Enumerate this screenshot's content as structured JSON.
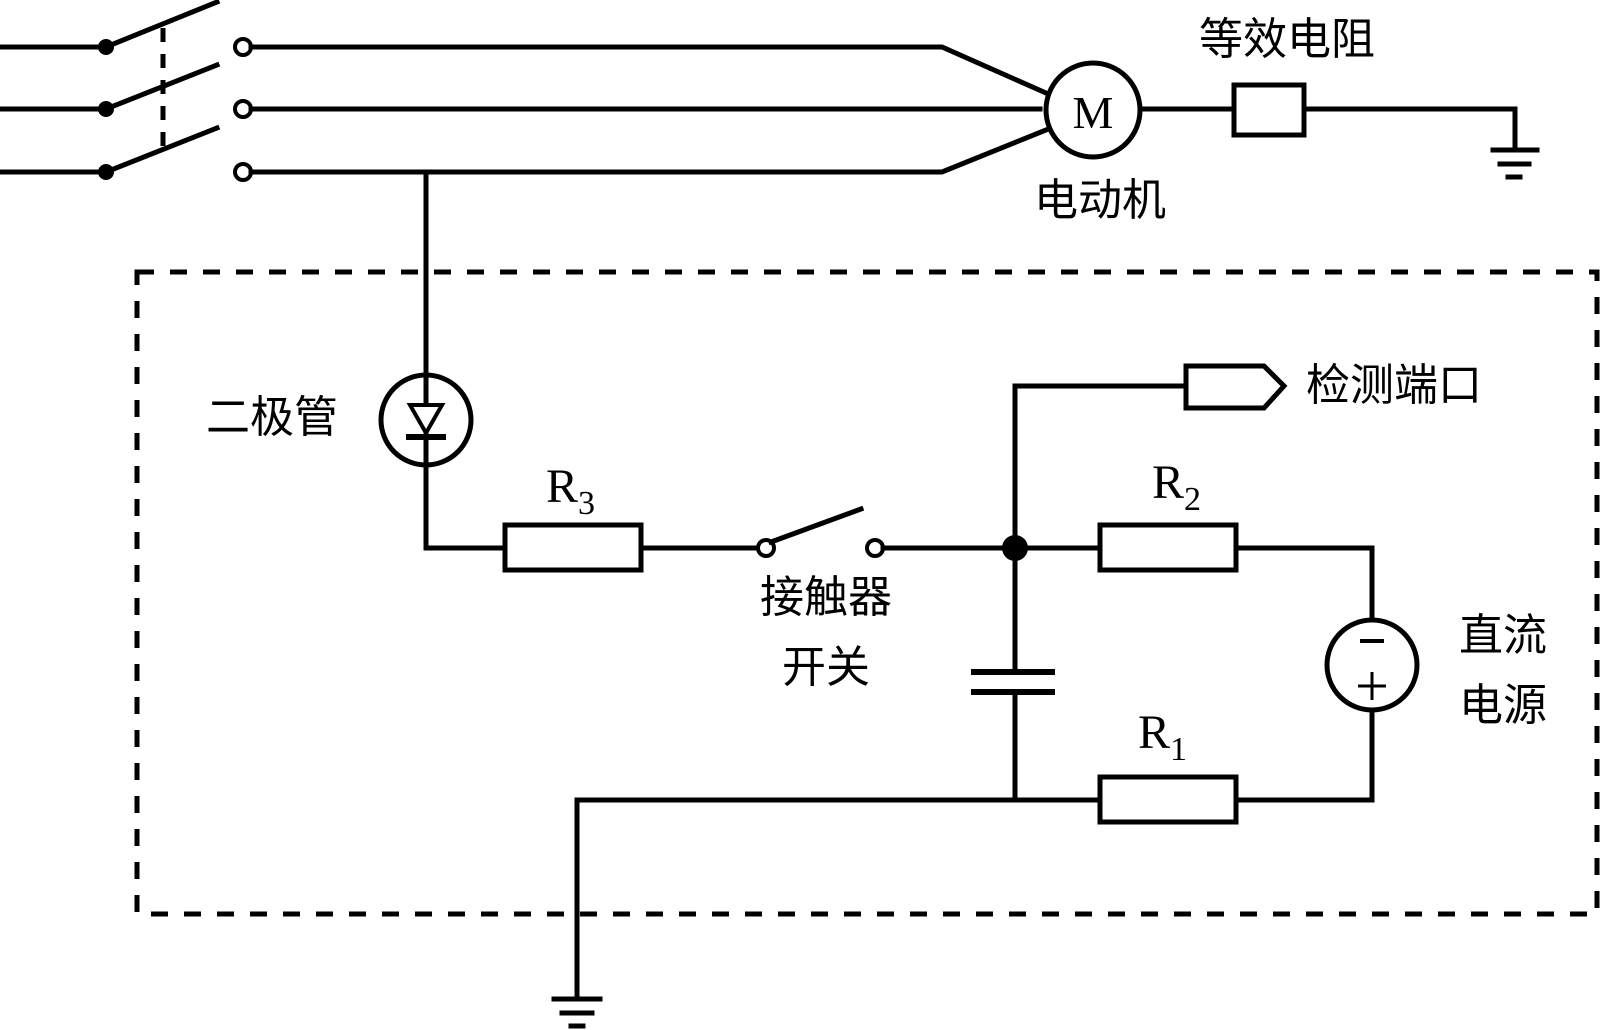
{
  "diagram": {
    "type": "circuit-schematic",
    "labels": {
      "motor_symbol": "M",
      "motor": "电动机",
      "equivalent_resistance": "等效电阻",
      "diode": "二极管",
      "r3_main": "R",
      "r3_sub": "3",
      "r2_main": "R",
      "r2_sub": "2",
      "r1_main": "R",
      "r1_sub": "1",
      "contactor_line1": "接触器",
      "contactor_line2": "开关",
      "detection_port": "检测端口",
      "dc_source_line1": "直流",
      "dc_source_line2": "电源",
      "minus_sign": "−",
      "plus_sign": "+"
    },
    "components": [
      {
        "id": "three-pole-switch",
        "kind": "switch",
        "poles": 3,
        "state": "open"
      },
      {
        "id": "motor",
        "kind": "motor",
        "label": "电动机"
      },
      {
        "id": "equivalent-resistor",
        "kind": "resistor",
        "label": "等效电阻"
      },
      {
        "id": "diode",
        "kind": "diode",
        "label": "二极管"
      },
      {
        "id": "R3",
        "kind": "resistor"
      },
      {
        "id": "contactor-switch",
        "kind": "switch",
        "state": "open",
        "label": "接触器开关"
      },
      {
        "id": "capacitor",
        "kind": "capacitor"
      },
      {
        "id": "R2",
        "kind": "resistor"
      },
      {
        "id": "R1",
        "kind": "resistor"
      },
      {
        "id": "dc-source",
        "kind": "voltage-source",
        "label": "直流电源"
      },
      {
        "id": "detection-port",
        "kind": "port",
        "label": "检测端口"
      },
      {
        "id": "ground-motor",
        "kind": "ground"
      },
      {
        "id": "ground-circuit",
        "kind": "ground"
      }
    ]
  }
}
